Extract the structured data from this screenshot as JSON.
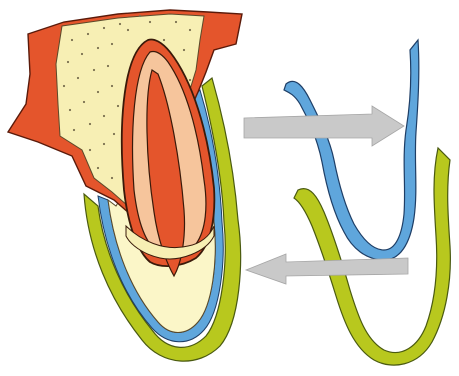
{
  "diagram": {
    "labels": [],
    "parts": [
      {
        "name": "bone",
        "color": "#f7efb4"
      },
      {
        "name": "outer-bone",
        "color": "#e4552c"
      },
      {
        "name": "pulp",
        "color": "#e4552c"
      },
      {
        "name": "dentin",
        "color": "#f6c59c"
      },
      {
        "name": "follicle",
        "color": "#fbf6c8"
      },
      {
        "name": "inner-epithelium",
        "color": "#5fa6dc"
      },
      {
        "name": "outer-epithelium",
        "color": "#b8c81e"
      }
    ],
    "arrows": [
      {
        "name": "arrow-to-inner-layer",
        "color": "#c9c9c9",
        "direction": "right"
      },
      {
        "name": "arrow-from-outer-layer",
        "color": "#c9c9c9",
        "direction": "left"
      }
    ]
  }
}
